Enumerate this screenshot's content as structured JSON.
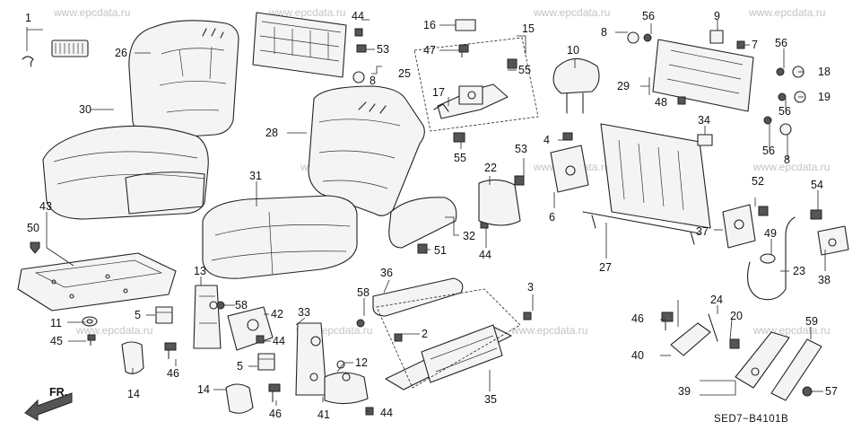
{
  "watermark": "www.epcdata.ru",
  "fr_label": "FR.",
  "diagram_code": "SED7−B4101B",
  "callouts": {
    "c1": "1",
    "c2": "2",
    "c3": "3",
    "c4": "4",
    "c5a": "5",
    "c5b": "5",
    "c6": "6",
    "c7": "7",
    "c8a": "8",
    "c8b": "8",
    "c8c": "8",
    "c9": "9",
    "c10": "10",
    "c11": "11",
    "c12": "12",
    "c13": "13",
    "c14a": "14",
    "c14b": "14",
    "c15": "15",
    "c16": "16",
    "c17": "17",
    "c18": "18",
    "c19": "19",
    "c20": "20",
    "c22": "22",
    "c23": "23",
    "c24": "24",
    "c25": "25",
    "c26": "26",
    "c27": "27",
    "c28": "28",
    "c29": "29",
    "c30": "30",
    "c31": "31",
    "c32": "32",
    "c33": "33",
    "c34": "34",
    "c35": "35",
    "c36": "36",
    "c37": "37",
    "c38": "38",
    "c39": "39",
    "c40": "40",
    "c41": "41",
    "c42": "42",
    "c43": "43",
    "c44a": "44",
    "c44b": "44",
    "c44c": "44",
    "c44d": "44",
    "c45": "45",
    "c46a": "46",
    "c46b": "46",
    "c46c": "46",
    "c47": "47",
    "c48": "48",
    "c49": "49",
    "c50": "50",
    "c51": "51",
    "c52": "52",
    "c53a": "53",
    "c53b": "53",
    "c54": "54",
    "c55a": "55",
    "c55b": "55",
    "c56a": "56",
    "c56b": "56",
    "c56c": "56",
    "c56d": "56",
    "c57": "57",
    "c58a": "58",
    "c58b": "58",
    "c59": "59"
  }
}
